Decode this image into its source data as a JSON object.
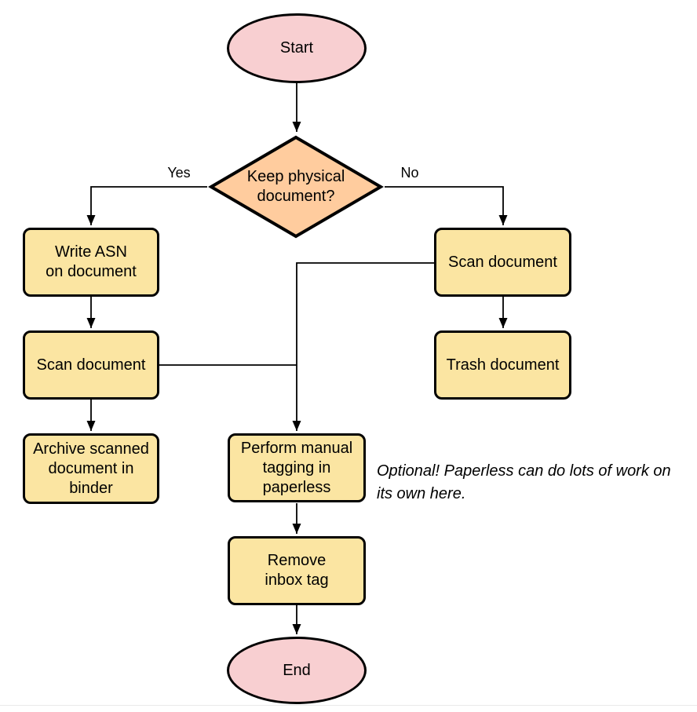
{
  "colors": {
    "terminal_fill": "#f8cfd1",
    "decision_fill": "#ffcc9e",
    "process_fill": "#fbe5a2",
    "stroke": "#000000",
    "bottom_rule": "#e9e9e9"
  },
  "nodes": {
    "start": {
      "label": "Start",
      "shape": "ellipse"
    },
    "decision": {
      "label": "Keep physical\ndocument?",
      "shape": "diamond"
    },
    "write_asn": {
      "label": "Write ASN\non document",
      "shape": "box"
    },
    "scan_left": {
      "label": "Scan document",
      "shape": "box"
    },
    "archive": {
      "label": "Archive scanned\ndocument in\nbinder",
      "shape": "box"
    },
    "scan_right": {
      "label": "Scan document",
      "shape": "box"
    },
    "trash": {
      "label": "Trash document",
      "shape": "box"
    },
    "tagging": {
      "label": "Perform manual\ntagging in\npaperless",
      "shape": "box"
    },
    "remove_inbox": {
      "label": "Remove\ninbox tag",
      "shape": "box"
    },
    "end": {
      "label": "End",
      "shape": "ellipse"
    }
  },
  "edge_labels": {
    "yes": "Yes",
    "no": "No"
  },
  "annotation": "Optional! Paperless can do lots of work on\nits own here."
}
